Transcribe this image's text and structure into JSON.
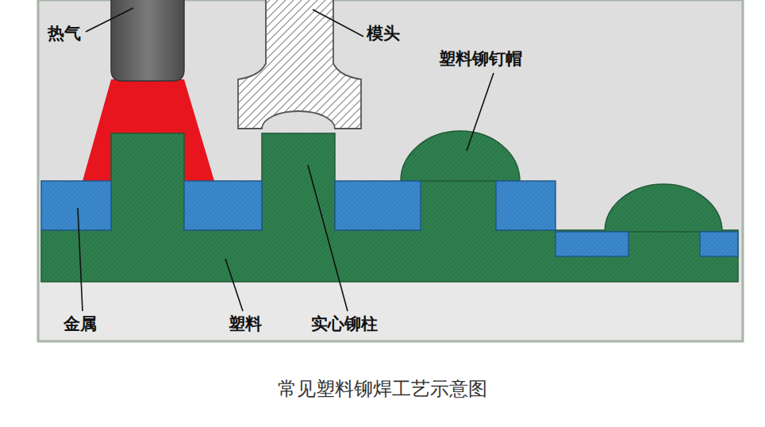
{
  "diagram": {
    "caption": "常见塑料铆焊工艺示意图",
    "labels": [
      "热气",
      "模头",
      "塑料铆钉帽",
      "金属",
      "塑料",
      "实心铆柱"
    ]
  }
}
